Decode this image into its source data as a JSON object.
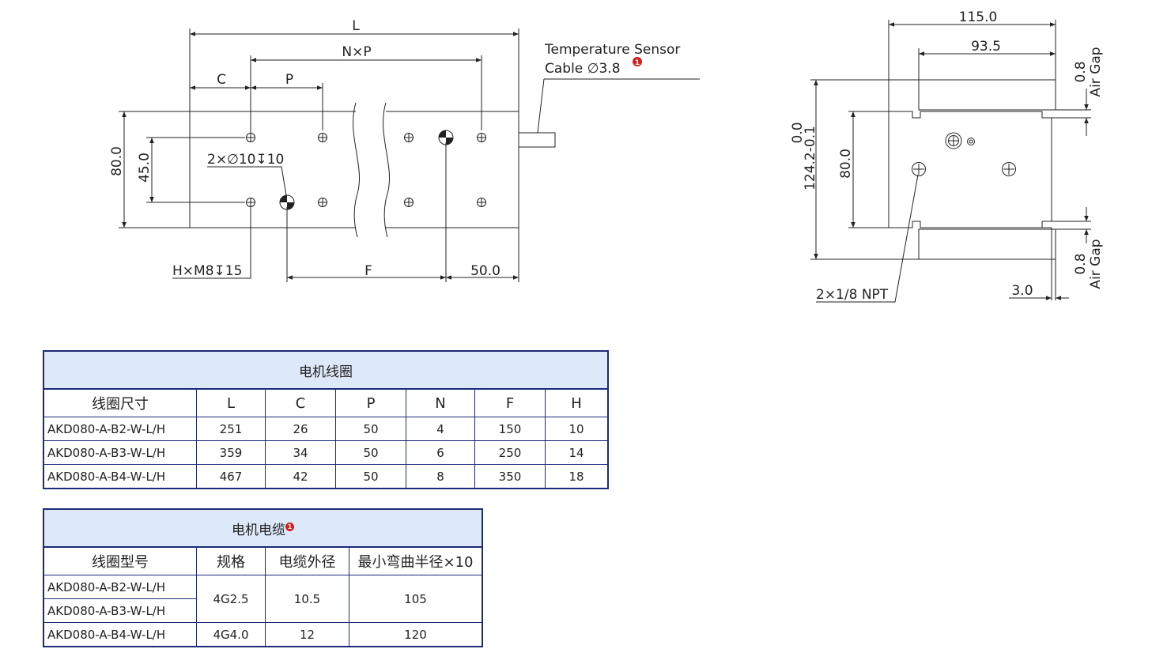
{
  "drawing": {
    "dims": {
      "L": "L",
      "NxP": "N×P",
      "C": "C",
      "P": "P",
      "h80_left": "80.0",
      "h45": "45.0",
      "hole": "2×∅10↧10",
      "thread": "H×M8↧15",
      "F": "F",
      "d50": "50.0",
      "w115": "115.0",
      "w93": "93.5",
      "gap_top": "0.8",
      "gap_label_top": "Air Gap",
      "gap_bottom": "0.8",
      "gap_label_bottom": "Air Gap",
      "tol_top": "0.0",
      "tol_main": "124.2-0.1",
      "h80_right": "80.0",
      "npt": "2×1/8 NPT",
      "d3": "3.0"
    },
    "sensor": {
      "line1": "Temperature Sensor",
      "line2": "Cable ∅3.8",
      "badge": "1"
    }
  },
  "coil_table": {
    "title": "电机线圈",
    "headers": [
      "线圈尺寸",
      "L",
      "C",
      "P",
      "N",
      "F",
      "H"
    ],
    "rows": [
      [
        "AKD080-A-B2-W-L/H",
        "251",
        "26",
        "50",
        "4",
        "150",
        "10"
      ],
      [
        "AKD080-A-B3-W-L/H",
        "359",
        "34",
        "50",
        "6",
        "250",
        "14"
      ],
      [
        "AKD080-A-B4-W-L/H",
        "467",
        "42",
        "50",
        "8",
        "350",
        "18"
      ]
    ]
  },
  "cable_table": {
    "title": "电机电缆",
    "badge": "1",
    "headers": [
      "线圈型号",
      "规格",
      "电缆外径",
      "最小弯曲半径×10"
    ],
    "models": [
      "AKD080-A-B2-W-L/H",
      "AKD080-A-B3-W-L/H",
      "AKD080-A-B4-W-L/H"
    ],
    "spec_a": "4G2.5",
    "od_a": "10.5",
    "bend_a": "105",
    "spec_b": "4G4.0",
    "od_b": "12",
    "bend_b": "120"
  }
}
